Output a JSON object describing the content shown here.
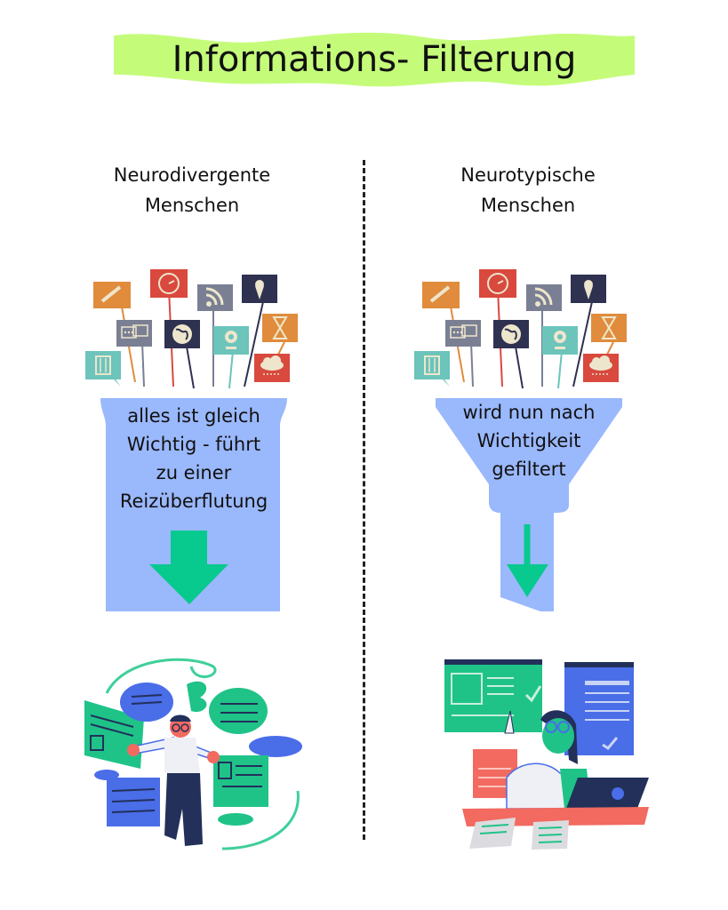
{
  "title": "Informations- Filterung",
  "colors": {
    "banner": "#c4fc7a",
    "funnel": "#9ab8fc",
    "arrow": "#08c98e",
    "divider": "#222222",
    "orange": "#e08c3c",
    "red": "#d9493e",
    "slate": "#7a7f93",
    "navy": "#2f3150",
    "teal": "#6cc4bb",
    "cream": "#eee6cc"
  },
  "columns": [
    {
      "heading_line1": "Neurodivergente",
      "heading_line2": "Menschen",
      "funnel_text": [
        "alles ist gleich",
        "Wichtig - führt",
        "zu einer",
        "Reizüberflutung"
      ],
      "funnel_shape": "wide-channel",
      "illustration": "overwhelmed-person-with-floating-documents"
    },
    {
      "heading_line1": "Neurotypische",
      "heading_line2": "Menschen",
      "funnel_text": [
        "wird nun nach",
        "Wichtigkeit",
        "gefiltert"
      ],
      "funnel_shape": "narrow-funnel",
      "illustration": "focused-person-at-desk-with-checked-windows"
    }
  ],
  "info_icons": [
    "pencil-icon",
    "clock-icon",
    "rss-icon",
    "ice-cream-icon",
    "chat-icon",
    "globe-icon",
    "webcam-icon",
    "hourglass-icon",
    "trash-icon",
    "cloud-rain-icon"
  ]
}
